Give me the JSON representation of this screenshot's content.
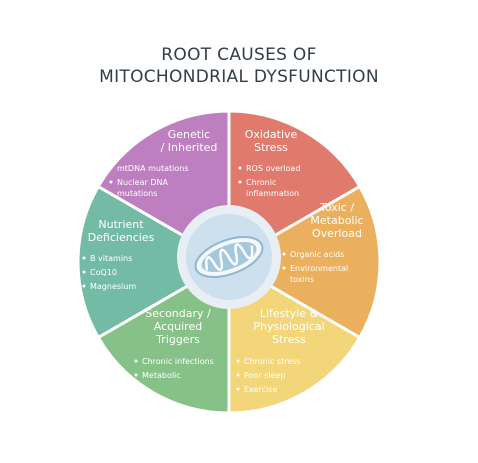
{
  "title": {
    "line1": "ROOT CAUSES OF",
    "line2": "MITOCHONDRIAL DYSFUNCTION"
  },
  "colors": {
    "genetic": "#e07a6c",
    "oxidative": "#eab05e",
    "toxic": "#f3d67a",
    "lifestyle": "#86c287",
    "secondary": "#74bba6",
    "nutrient": "#bd7fbf",
    "center_ring": "#e7eef4",
    "center_fill": "#cde0ed",
    "mitochondrion": "#a6c8df"
  },
  "segments": {
    "genetic": {
      "title": [
        "Genetic",
        "/ Inherited"
      ],
      "items": [
        [
          "mtDNA mutations"
        ],
        [
          "Nuclear DNA",
          "mutations"
        ]
      ]
    },
    "oxidative": {
      "title": [
        "Oxidative",
        "Stress"
      ],
      "items": [
        [
          "ROS overload"
        ],
        [
          "Chronic",
          "inflammation"
        ]
      ]
    },
    "toxic": {
      "title": [
        "Toxic /",
        "Metabolic",
        "Overload"
      ],
      "items": [
        [
          "Organic acids"
        ],
        [
          "Environmental",
          "toxins"
        ]
      ]
    },
    "lifestyle": {
      "title": [
        "Lifestyle &",
        "Physiological",
        "Stress"
      ],
      "items": [
        [
          "Chronic stress"
        ],
        [
          "Poor sleep"
        ],
        [
          "Exercise"
        ]
      ]
    },
    "secondary": {
      "title": [
        "Secondary /",
        "Acquired",
        "Triggers"
      ],
      "items": [
        [
          "Chronic infections"
        ],
        [
          "Metabolic"
        ]
      ]
    },
    "nutrient": {
      "title": [
        "Nutrient",
        "Deficiencies"
      ],
      "items": [
        [
          "B vitamins"
        ],
        [
          "CoQ10"
        ],
        [
          "Magnesium"
        ]
      ]
    }
  }
}
